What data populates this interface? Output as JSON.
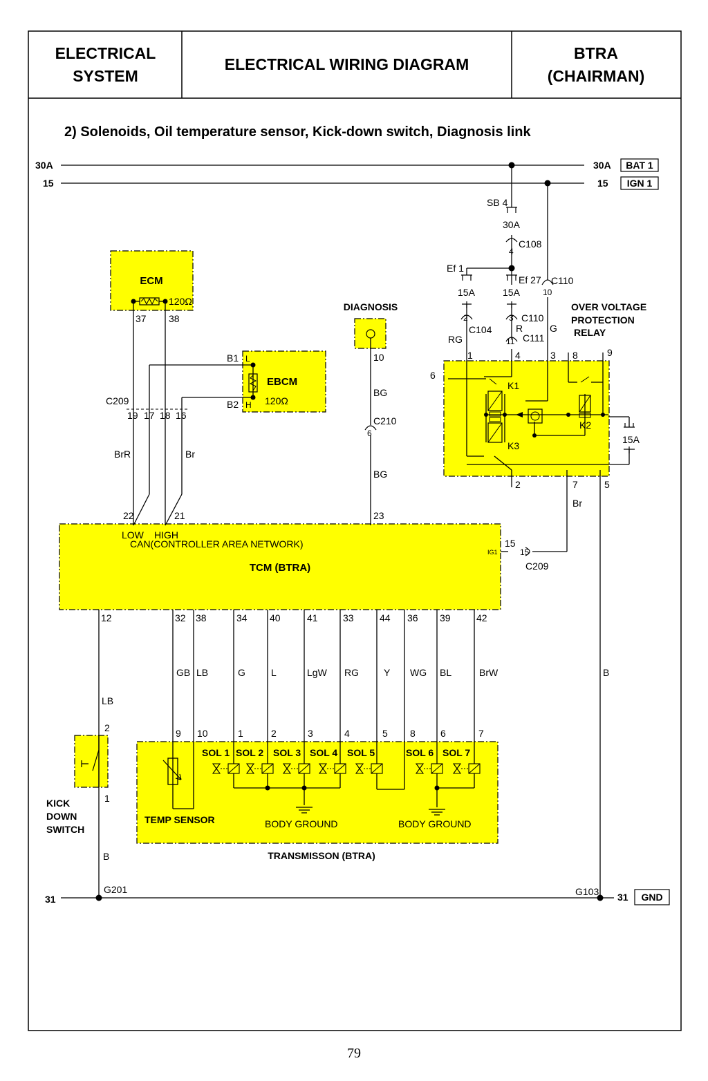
{
  "header": {
    "left": "ELECTRICAL\nSYSTEM",
    "center": "ELECTRICAL WIRING DIAGRAM",
    "right": "BTRA\n(CHAIRMAN)"
  },
  "subtitle": "2)  Solenoids, Oil temperature sensor, Kick-down switch, Diagnosis link",
  "page_number": "79",
  "colors": {
    "component_fill": "#ffff00",
    "line": "#000000"
  },
  "rails": {
    "bat": {
      "left": "30A",
      "right": "30A",
      "tag": "BAT 1"
    },
    "ign": {
      "left": "15",
      "right": "15",
      "tag": "IGN 1"
    },
    "gnd": {
      "left": "31",
      "right": "31",
      "tag": "GND"
    }
  },
  "grounds": {
    "g201": "G201",
    "g103": "G103"
  },
  "ecm": {
    "title": "ECM",
    "resistor": "120Ω",
    "pins": [
      "37",
      "38"
    ]
  },
  "ebcm": {
    "title": "EBCM",
    "resistor": "120Ω",
    "pin_b1": "B1",
    "pin_b2": "B2",
    "l": "L",
    "h": "H"
  },
  "c209_can": {
    "name": "C209",
    "pins": [
      "19",
      "17",
      "18",
      "16"
    ],
    "wire_left": "BrR",
    "wire_right": "Br"
  },
  "diagnosis": {
    "title": "DIAGNOSIS",
    "pin": "10",
    "wire1": "BG",
    "connector": "C210",
    "connector_pin": "6",
    "wire2": "BG"
  },
  "fuses": {
    "sb4": "SB 4",
    "sb4_rating": "30A",
    "c108": "C108",
    "c108_pin": "4",
    "ef1": "Ef 1",
    "ef1_rating": "15A",
    "ef27": "Ef 27",
    "ef27_rating": "15A",
    "c110_top": "C110",
    "c110_top_pin": "10",
    "c104": "C104",
    "c104_pin": "2",
    "wire_rg": "RG",
    "c110": "C110",
    "c110_pin": "3",
    "wire_r": "R",
    "wire_g": "G",
    "c111": "C111",
    "c111_pin": "11"
  },
  "relay": {
    "title": "OVER VOLTAGE\nPROTECTION\nRELAY",
    "top_pins": [
      "1",
      "4",
      "3",
      "8",
      "9"
    ],
    "side_pin": "6",
    "bottom_pins": [
      "2",
      "7",
      "5"
    ],
    "k1": "K1",
    "k2": "K2",
    "k3": "K3",
    "fuse": "15A",
    "wire_br": "Br",
    "wire_b": "B"
  },
  "tcm": {
    "title": "TCM (BTRA)",
    "can_label": "CAN(CONTROLLER AREA NETWORK)",
    "low": "LOW",
    "high": "HIGH",
    "top_pins": [
      "22",
      "21",
      "23"
    ],
    "ig1": "IG1",
    "ig1_pin": "15",
    "c209": "C209",
    "c209_pin": "15",
    "bottom_pins": [
      "12",
      "32",
      "38",
      "34",
      "40",
      "41",
      "33",
      "44",
      "36",
      "39",
      "42"
    ]
  },
  "wires": [
    "LB",
    "GB",
    "LB",
    "G",
    "L",
    "LgW",
    "RG",
    "Y",
    "WG",
    "BL",
    "BrW"
  ],
  "kickdown": {
    "label": "KICK\nDOWN\nSWITCH",
    "pin_top": "2",
    "pin_bottom": "1",
    "wire": "B"
  },
  "transmission": {
    "title": "TRANSMISSON (BTRA)",
    "pins": [
      "9",
      "10",
      "1",
      "2",
      "3",
      "4",
      "5",
      "8",
      "6",
      "7"
    ],
    "solenoids": [
      "SOL 1",
      "SOL 2",
      "SOL 3",
      "SOL 4",
      "SOL 5",
      "SOL 6",
      "SOL 7"
    ],
    "temp_sensor": "TEMP SENSOR",
    "body_ground_1": "BODY GROUND",
    "body_ground_2": "BODY GROUND"
  }
}
